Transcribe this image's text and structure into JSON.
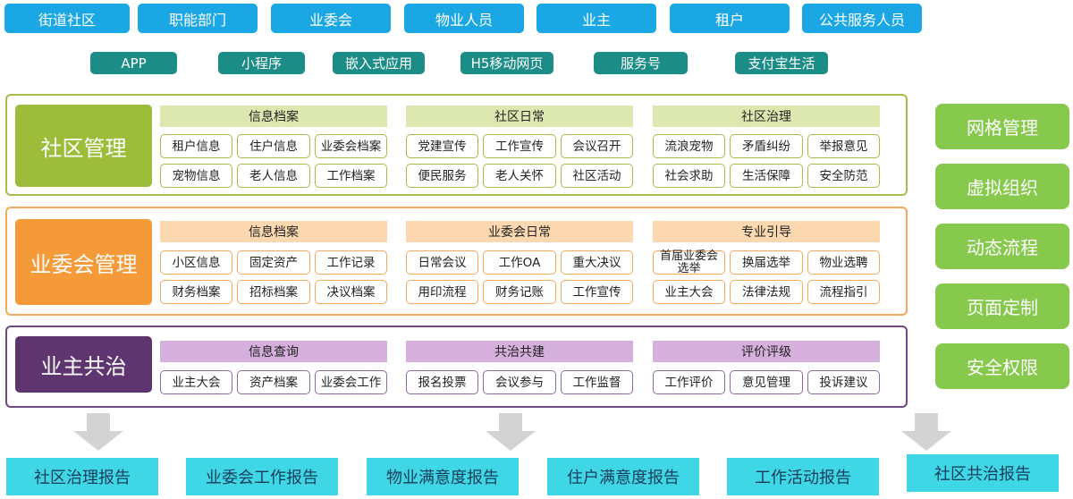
{
  "roles": [
    "街道社区",
    "职能部门",
    "业委会",
    "物业人员",
    "业主",
    "租户",
    "公共服务人员"
  ],
  "channels": [
    "APP",
    "小程序",
    "嵌入式应用",
    "H5移动网页",
    "服务号",
    "支付宝生活"
  ],
  "sections": [
    {
      "title": "社区管理",
      "groups": [
        {
          "title": "信息档案",
          "items": [
            "租户信息",
            "住户信息",
            "业委会档案",
            "宠物信息",
            "老人信息",
            "工作档案"
          ]
        },
        {
          "title": "社区日常",
          "items": [
            "党建宣传",
            "工作宣传",
            "会议召开",
            "便民服务",
            "老人关怀",
            "社区活动"
          ]
        },
        {
          "title": "社区治理",
          "items": [
            "流浪宠物",
            "矛盾纠纷",
            "举报意见",
            "社会求助",
            "生活保障",
            "安全防范"
          ]
        }
      ]
    },
    {
      "title": "业委会管理",
      "groups": [
        {
          "title": "信息档案",
          "items": [
            "小区信息",
            "固定资产",
            "工作记录",
            "财务档案",
            "招标档案",
            "决议档案"
          ]
        },
        {
          "title": "业委会日常",
          "items": [
            "日常会议",
            "工作OA",
            "重大决议",
            "用印流程",
            "财务记账",
            "工作宣传"
          ]
        },
        {
          "title": "专业引导",
          "items": [
            "首届业委会选举",
            "换届选举",
            "物业选聘",
            "业主大会",
            "法律法规",
            "流程指引"
          ]
        }
      ]
    },
    {
      "title": "业主共治",
      "groups": [
        {
          "title": "信息查询",
          "items": [
            "业主大会",
            "资产档案",
            "业委会工作"
          ]
        },
        {
          "title": "共治共建",
          "items": [
            "报名投票",
            "会议参与",
            "工作监督"
          ]
        },
        {
          "title": "评价评级",
          "items": [
            "工作评价",
            "意见管理",
            "投诉建议"
          ]
        }
      ]
    }
  ],
  "side_features": [
    "网格管理",
    "虚拟组织",
    "动态流程",
    "页面定制",
    "安全权限"
  ],
  "reports": [
    "社区治理报告",
    "业委会工作报告",
    "物业满意度报告",
    "住户满意度报告",
    "工作活动报告",
    "社区共治报告"
  ],
  "colors": {
    "role_blue": "#1aa7e3",
    "channel_teal": "#1c8c86",
    "green": "#9cbc3a",
    "orange": "#f49a38",
    "purple": "#5f3570",
    "side_green": "#86c94d",
    "report_cyan": "#3fd7e6"
  }
}
